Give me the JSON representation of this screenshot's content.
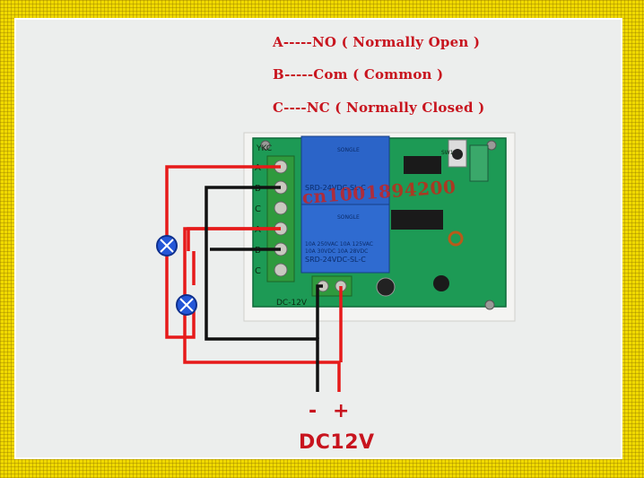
{
  "legend": {
    "line_a": "A-----NO ( Normally Open )",
    "line_b": "B-----Com ( Common )",
    "line_c": "C----NC ( Normally Closed )"
  },
  "board": {
    "brand_mark": "YKC",
    "terminal_labels": [
      "A",
      "B",
      "C",
      "A",
      "B",
      "C"
    ],
    "power_label": "DC-12V",
    "switch_label": "SW1",
    "relay_brand": "SONGLE",
    "relay_model": "SRD-24VDC-SL-C",
    "relay_rating_1": "10A 250VAC  10A 125VAC",
    "relay_rating_2": "10A 30VDC  10A 28VDC"
  },
  "watermark": "cn1001894200",
  "supply": {
    "minus": "-",
    "plus": "+",
    "label": "DC12V"
  },
  "colors": {
    "frame": "#f0d900",
    "wire_red": "#e61a1a",
    "wire_black": "#111111",
    "pcb": "#1d9a55",
    "relay": "#2b64c8",
    "lamp": "#2457d8",
    "text_red": "#c8141e"
  }
}
